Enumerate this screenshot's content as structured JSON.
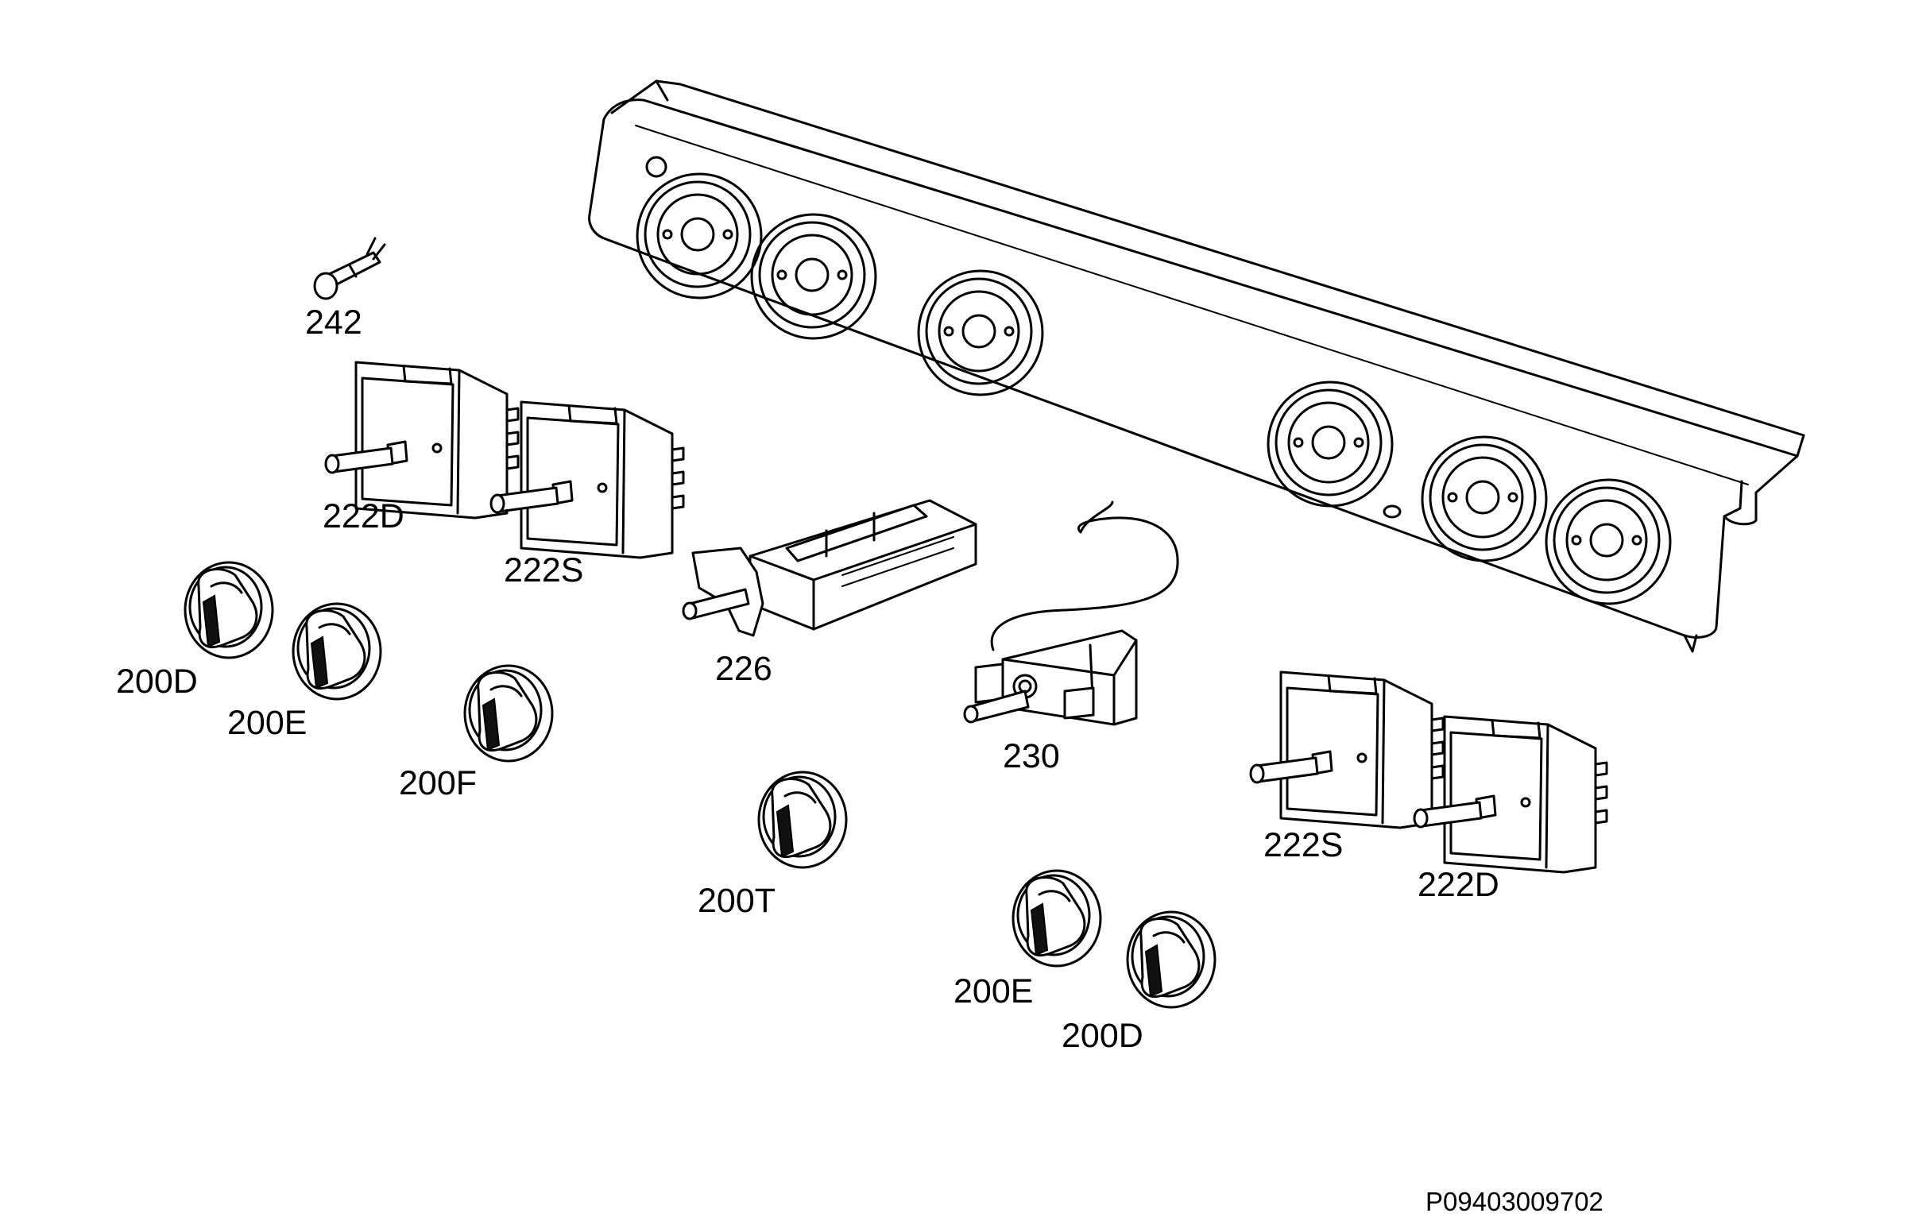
{
  "labels": {
    "p242": "242",
    "p222d_a": "222D",
    "p222s_a": "222S",
    "p200d_a": "200D",
    "p200e_a": "200E",
    "p200f": "200F",
    "p226": "226",
    "p230": "230",
    "p200t": "200T",
    "p222s_b": "222S",
    "p222d_b": "222D",
    "p200e_b": "200E",
    "p200d_b": "200D"
  },
  "document_code": "P09403009702"
}
